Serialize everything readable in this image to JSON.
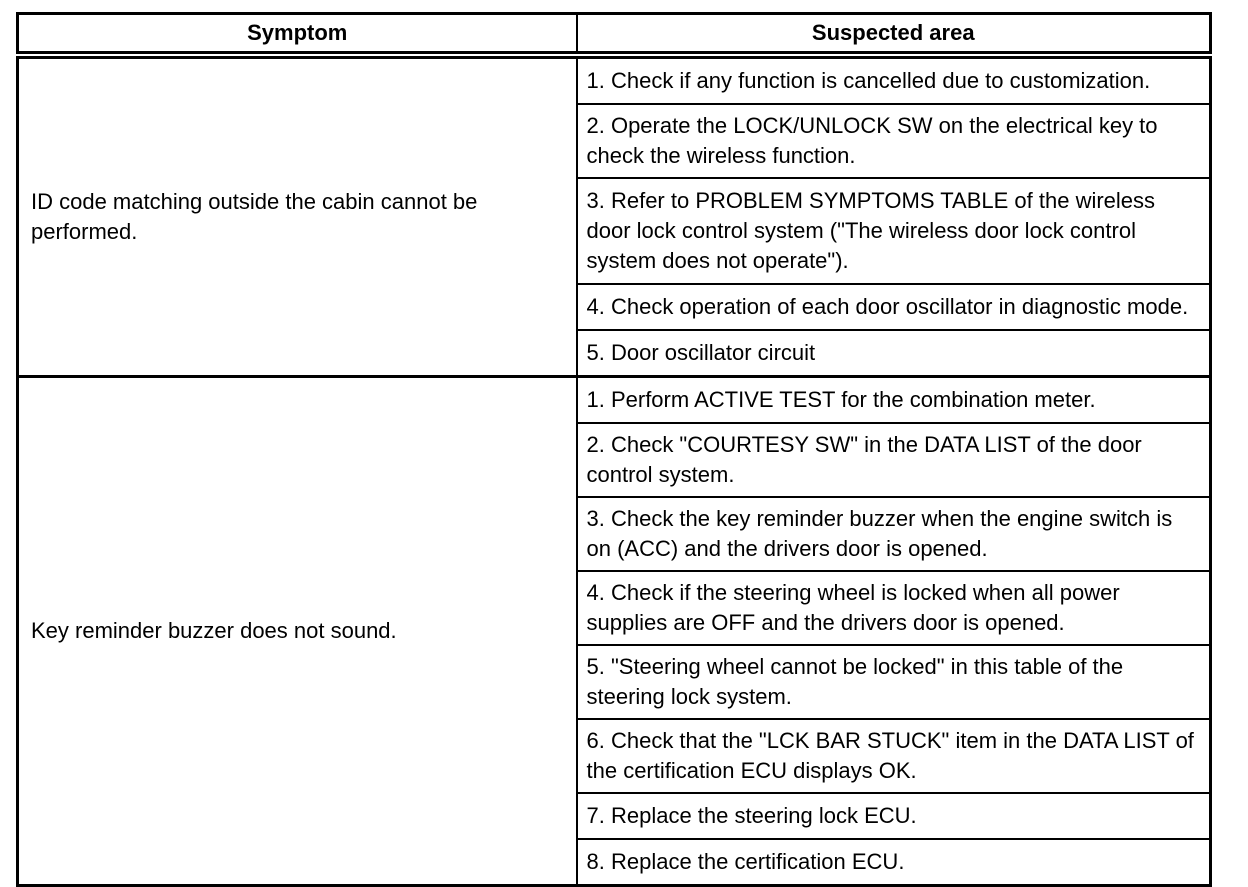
{
  "table": {
    "headers": {
      "symptom": "Symptom",
      "suspected_area": "Suspected area"
    },
    "colors": {
      "border": "#000000",
      "text": "#000000",
      "background": "#ffffff"
    },
    "groups": [
      {
        "symptom": "ID code matching outside the cabin cannot be\nperformed.",
        "areas": [
          "1. Check if any function is cancelled due to customization.",
          "2. Operate the LOCK/UNLOCK SW on the electrical key to\ncheck the wireless function.",
          "3. Refer to PROBLEM SYMPTOMS TABLE of the wireless\ndoor lock control system (\"The wireless door lock control\nsystem does not operate\").",
          "4. Check operation of each door oscillator in diagnostic mode.",
          "5. Door oscillator circuit"
        ]
      },
      {
        "symptom": "Key reminder buzzer does not sound.",
        "areas": [
          "1. Perform ACTIVE TEST for the combination meter.",
          "2. Check \"COURTESY SW\" in the DATA LIST of the door\ncontrol system.",
          "3. Check the key reminder buzzer when the engine switch is\non (ACC) and the drivers door is opened.",
          "4. Check if the steering wheel is locked when all power\nsupplies are OFF and the drivers door is opened.",
          "5. \"Steering wheel cannot be locked\" in this table of the\nsteering lock system.",
          "6. Check that the \"LCK BAR STUCK\" item in the DATA LIST of\nthe certification ECU displays OK.",
          "7. Replace the steering lock ECU.",
          "8. Replace the certification ECU."
        ]
      }
    ]
  }
}
